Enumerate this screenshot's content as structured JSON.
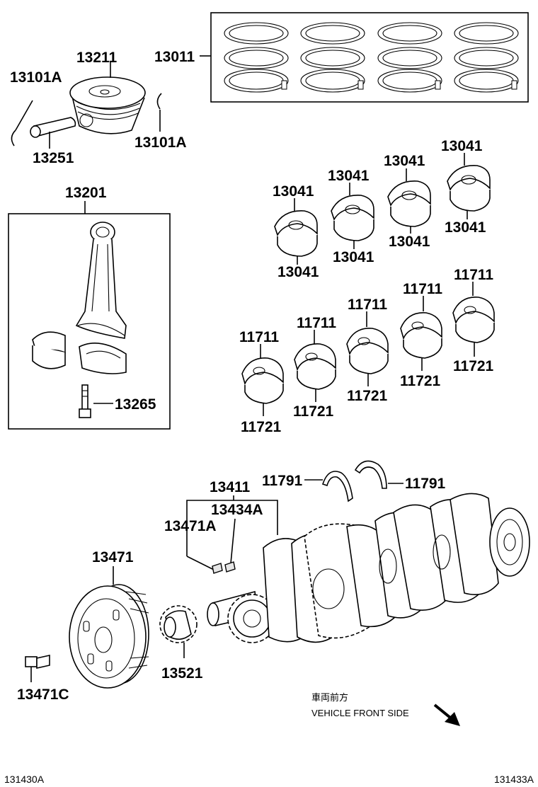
{
  "labels": {
    "p13011": "13011",
    "p13211": "13211",
    "p13101a_left": "13101A",
    "p13101a_right": "13101A",
    "p13251": "13251",
    "p13201": "13201",
    "p13265": "13265",
    "p13041_a": "13041",
    "p13041_b": "13041",
    "p13041_c": "13041",
    "p13041_d": "13041",
    "p13041_e": "13041",
    "p13041_f": "13041",
    "p13041_g": "13041",
    "p13041_h": "13041",
    "p11711_a": "11711",
    "p11711_b": "11711",
    "p11711_c": "11711",
    "p11711_d": "11711",
    "p11711_e": "11711",
    "p11721_a": "11721",
    "p11721_b": "11721",
    "p11721_c": "11721",
    "p11721_d": "11721",
    "p11721_e": "11721",
    "p11791_left": "11791",
    "p11791_right": "11791",
    "p13411": "13411",
    "p13434a": "13434A",
    "p13471a": "13471A",
    "p13471": "13471",
    "p13521": "13521",
    "p13471c": "13471C"
  },
  "direction": {
    "japanese": "車両前方",
    "english": "VEHICLE FRONT SIDE"
  },
  "footer": {
    "left_code": "131430A",
    "right_code": "131433A"
  }
}
